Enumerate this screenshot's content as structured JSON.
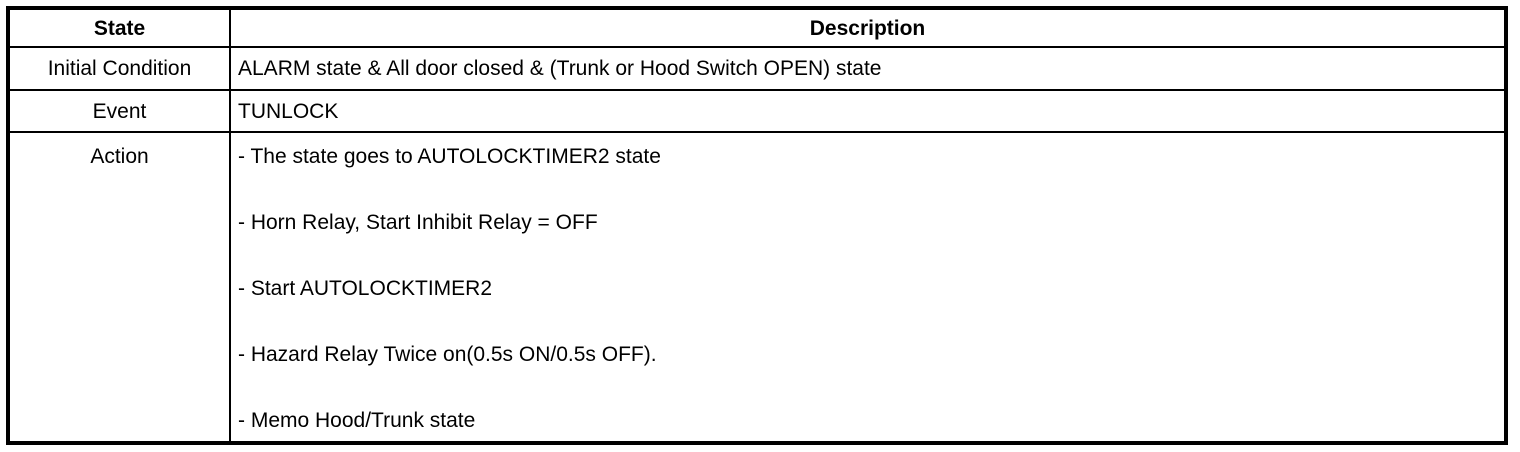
{
  "table": {
    "headers": {
      "state": "State",
      "description": "Description"
    },
    "rows": [
      {
        "state": "Initial Condition",
        "description": "ALARM state & All door closed & (Trunk or Hood Switch OPEN) state"
      },
      {
        "state": "Event",
        "description": "TUNLOCK"
      },
      {
        "state": "Action",
        "description_lines": [
          "- The state goes to AUTOLOCKTIMER2 state",
          "- Horn Relay, Start Inhibit Relay = OFF",
          "- Start AUTOLOCKTIMER2",
          "- Hazard Relay Twice on(0.5s ON/0.5s OFF).",
          "- Memo Hood/Trunk state"
        ]
      }
    ]
  },
  "colors": {
    "border": "#000000",
    "background": "#ffffff",
    "text": "#000000"
  }
}
